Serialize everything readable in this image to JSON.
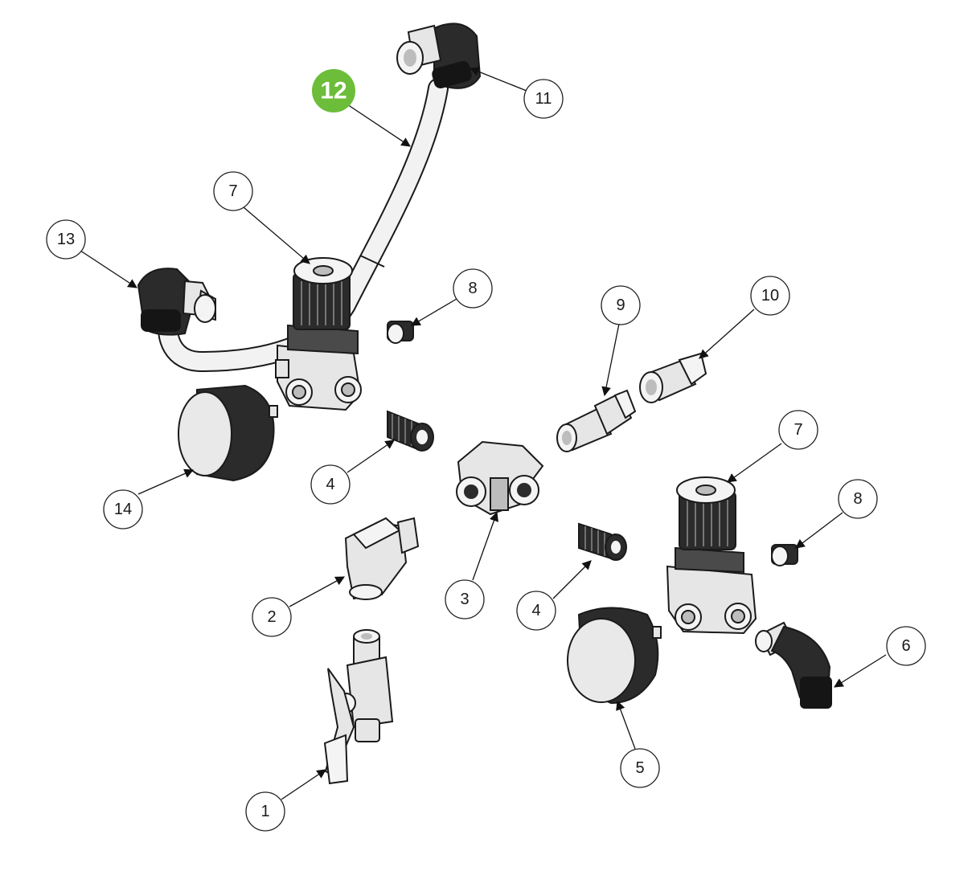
{
  "diagram": {
    "callouts": [
      {
        "id": "c1",
        "label": "1"
      },
      {
        "id": "c2",
        "label": "2"
      },
      {
        "id": "c3",
        "label": "3"
      },
      {
        "id": "c4a",
        "label": "4"
      },
      {
        "id": "c4b",
        "label": "4"
      },
      {
        "id": "c5",
        "label": "5"
      },
      {
        "id": "c6",
        "label": "6"
      },
      {
        "id": "c7a",
        "label": "7"
      },
      {
        "id": "c7b",
        "label": "7"
      },
      {
        "id": "c8a",
        "label": "8"
      },
      {
        "id": "c8b",
        "label": "8"
      },
      {
        "id": "c9",
        "label": "9"
      },
      {
        "id": "c10",
        "label": "10"
      },
      {
        "id": "c11",
        "label": "11"
      },
      {
        "id": "c12",
        "label": "12"
      },
      {
        "id": "c13",
        "label": "13"
      },
      {
        "id": "c14",
        "label": "14"
      }
    ],
    "highlight_color": "#6cbd3a",
    "highlighted_label": "12"
  }
}
